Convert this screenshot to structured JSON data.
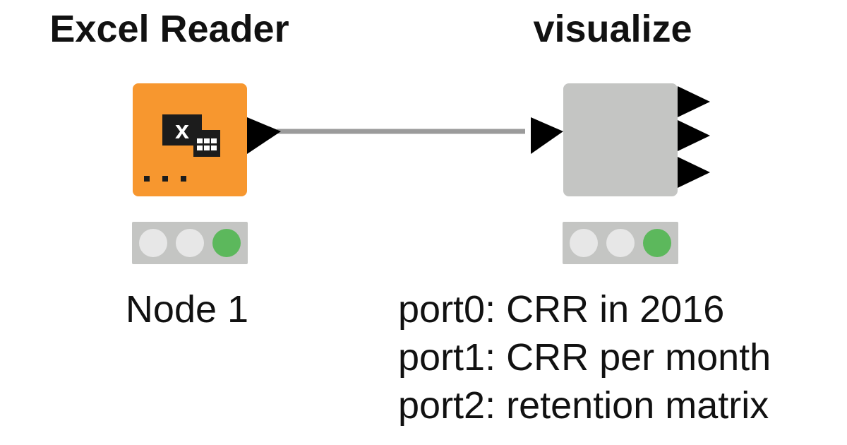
{
  "nodes": [
    {
      "title": "Excel Reader",
      "label": "Node 1",
      "color": "#f7972f",
      "icon": "excel-reader-icon",
      "status": [
        "idle",
        "idle",
        "executed"
      ]
    },
    {
      "title": "visualize",
      "label_lines": [
        "port0: CRR in 2016",
        "port1: CRR per month",
        "port2: retention matrix"
      ],
      "color": "#c4c5c3",
      "output_ports": 3,
      "status": [
        "idle",
        "idle",
        "executed"
      ]
    }
  ],
  "colors": {
    "status_idle": "#e7e7e7",
    "status_executed": "#5cb85c",
    "connection": "#9b9b9b",
    "port": "#000000"
  }
}
